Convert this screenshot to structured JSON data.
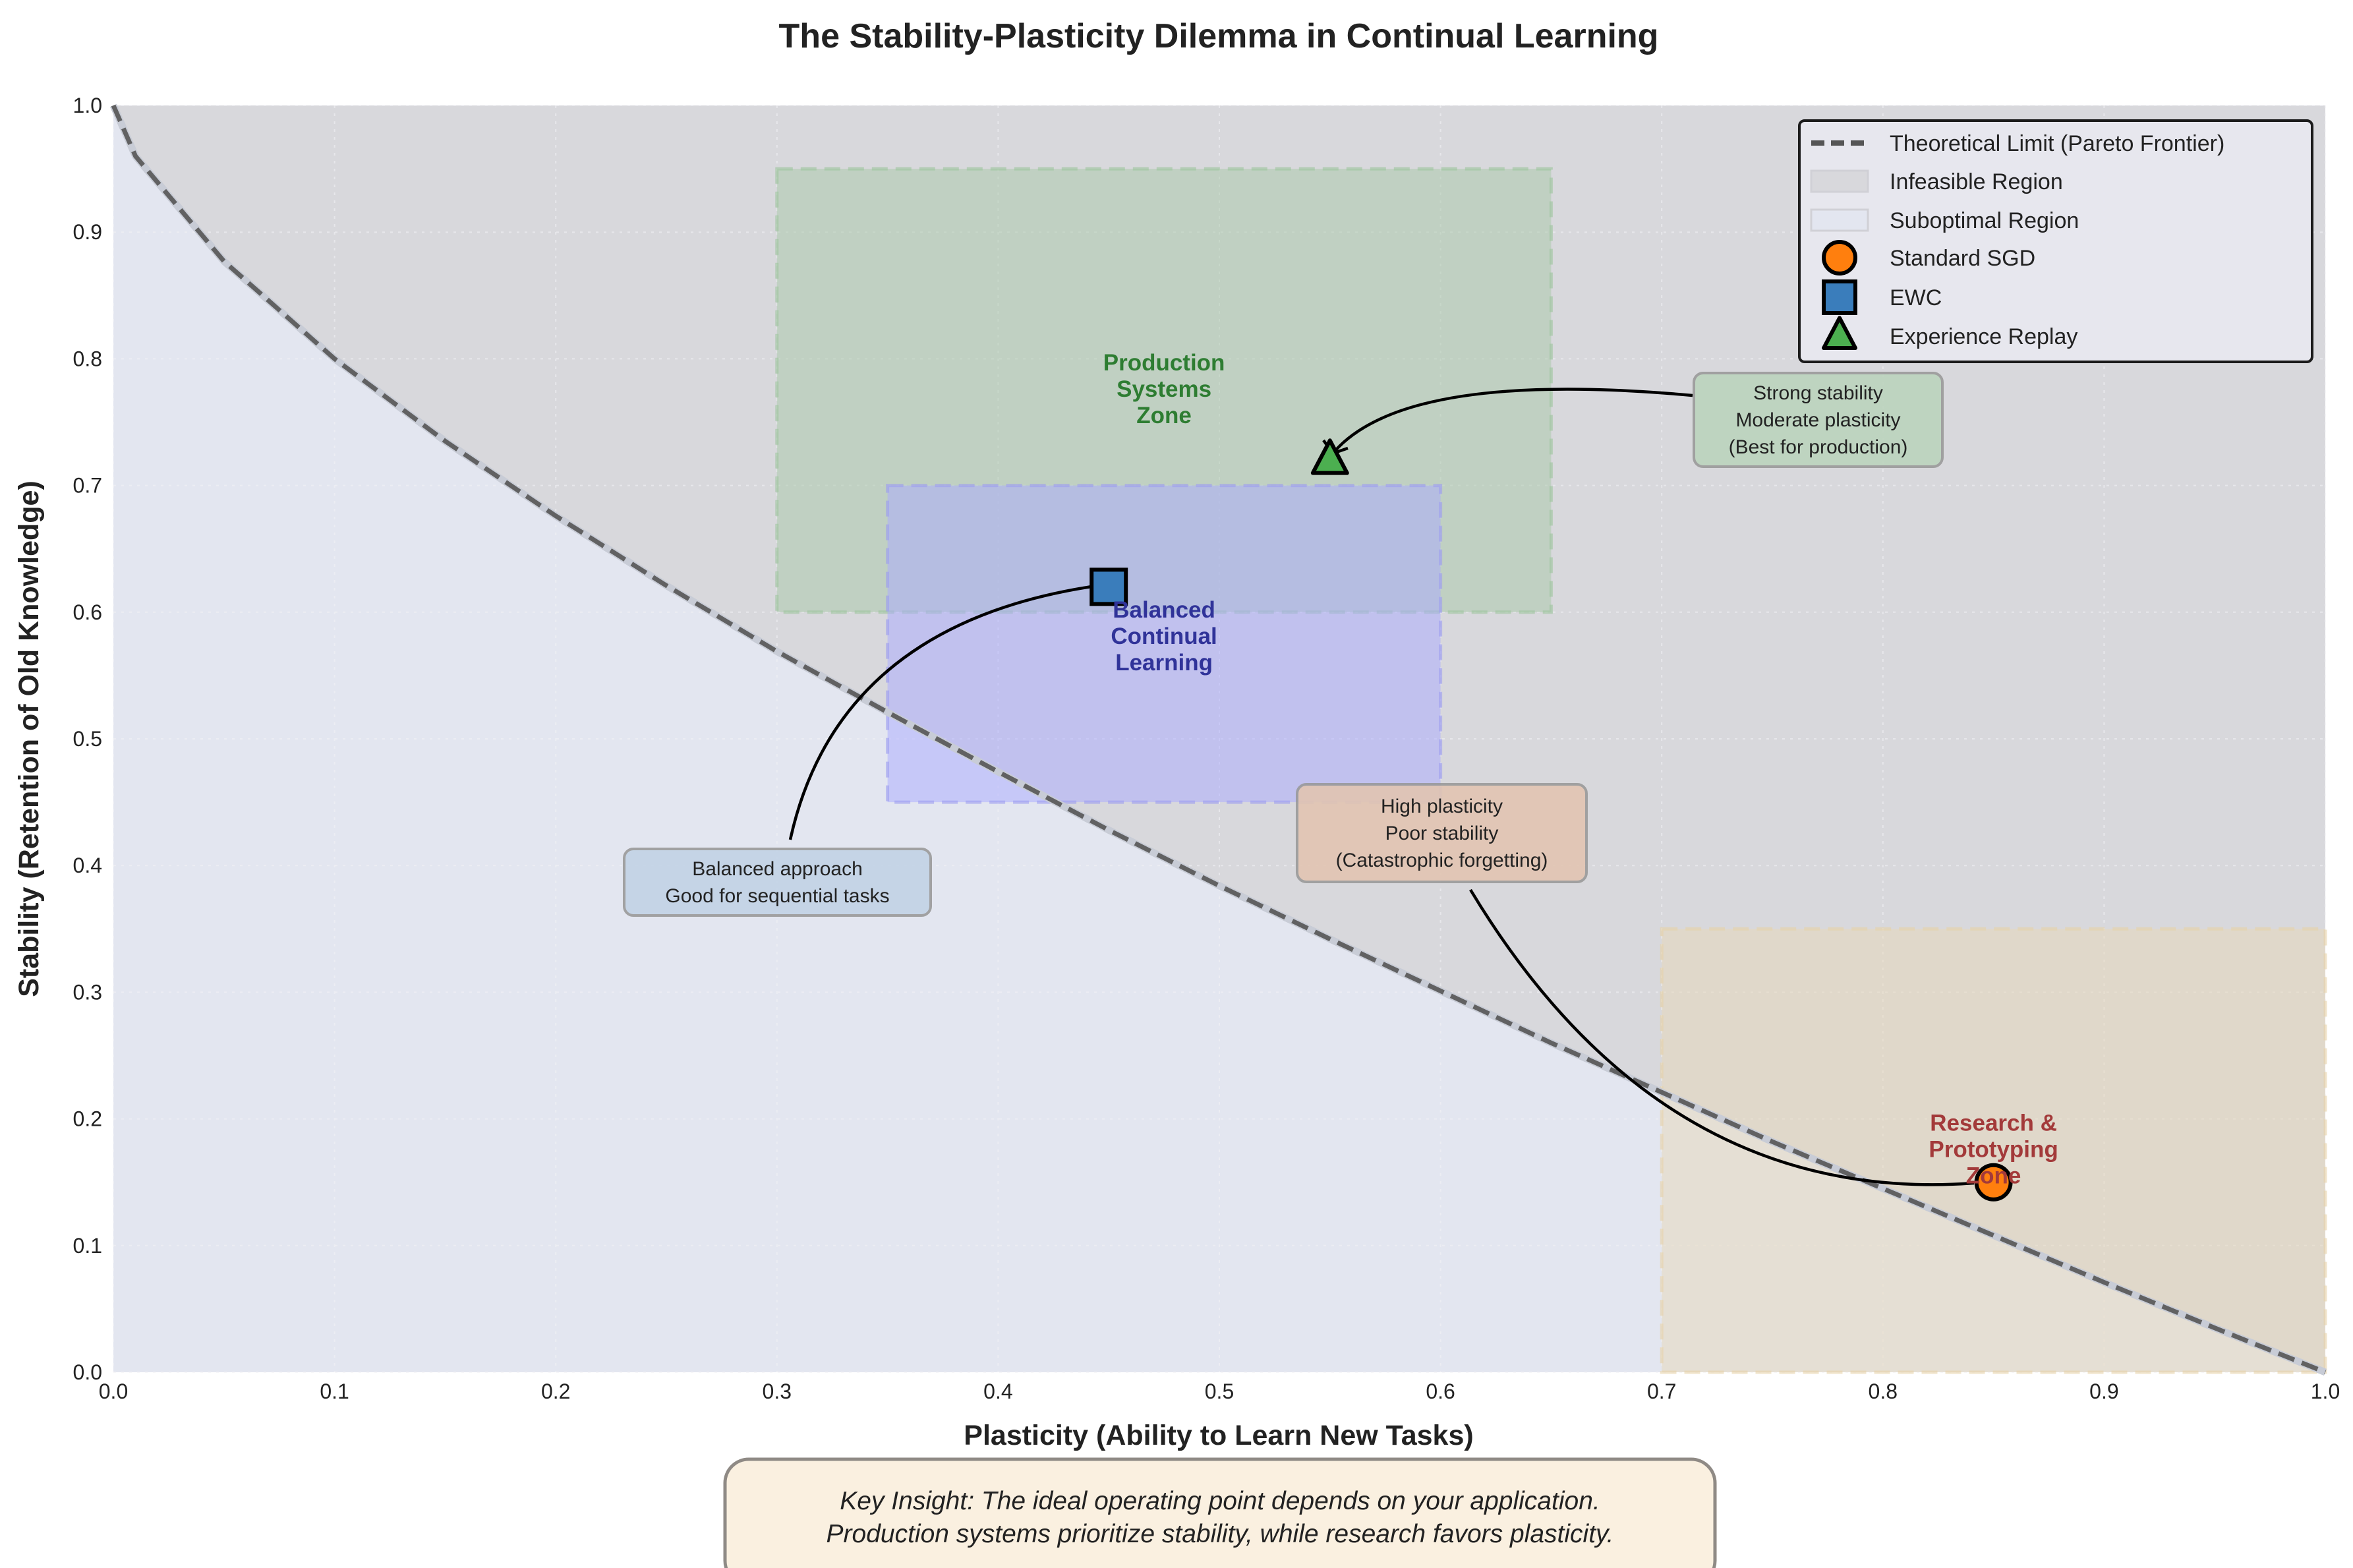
{
  "chart_data": {
    "type": "line",
    "title": "The Stability-Plasticity Dilemma in Continual Learning",
    "xlabel": "Plasticity (Ability to Learn New Tasks)",
    "ylabel": "Stability (Retention of Old Knowledge)",
    "xlim": [
      0,
      1
    ],
    "ylim": [
      0,
      1
    ],
    "xticks": [
      "0.0",
      "0.1",
      "0.2",
      "0.3",
      "0.4",
      "0.5",
      "0.6",
      "0.7",
      "0.8",
      "0.9",
      "1.0"
    ],
    "yticks": [
      "0.0",
      "0.1",
      "0.2",
      "0.3",
      "0.4",
      "0.5",
      "0.6",
      "0.7",
      "0.8",
      "0.9",
      "1.0"
    ],
    "grid": true,
    "legend_position": "top-right",
    "frontier": {
      "name": "Theoretical Limit (Pareto Frontier)",
      "color": "#555555",
      "x": [
        0,
        0.01,
        0.05,
        0.1,
        0.15,
        0.2,
        0.25,
        0.3,
        0.35,
        0.4,
        0.45,
        0.5,
        0.55,
        0.6,
        0.65,
        0.7,
        0.75,
        0.8,
        0.85,
        0.9,
        0.95,
        1.0
      ],
      "y": [
        1.0,
        0.96,
        0.877,
        0.8,
        0.735,
        0.676,
        0.621,
        0.569,
        0.521,
        0.474,
        0.428,
        0.384,
        0.342,
        0.301,
        0.26,
        0.221,
        0.182,
        0.145,
        0.108,
        0.071,
        0.035,
        0.0
      ]
    },
    "regions": [
      {
        "name": "Infeasible Region",
        "color": "#d8d8dc"
      },
      {
        "name": "Suboptimal Region",
        "color": "#e3e6f0"
      }
    ],
    "zones": [
      {
        "label": [
          "Production",
          "Systems",
          "Zone"
        ],
        "x": [
          0.3,
          0.65
        ],
        "y": [
          0.6,
          0.95
        ],
        "fill": "#a8c8a8",
        "edge": "#9cc49c",
        "text_color": "#2e7d32",
        "label_at": [
          0.475,
          0.77
        ]
      },
      {
        "label": [
          "Balanced",
          "Continual",
          "Learning"
        ],
        "x": [
          0.35,
          0.6
        ],
        "y": [
          0.45,
          0.7
        ],
        "fill": "#aaaaff",
        "edge": "#9c9cf0",
        "text_color": "#303399",
        "label_at": [
          0.475,
          0.575
        ]
      },
      {
        "label": [
          "Research &",
          "Prototyping",
          "Zone"
        ],
        "x": [
          0.7,
          1.0
        ],
        "y": [
          0.0,
          0.35
        ],
        "fill": "#e8d8b8",
        "edge": "#e6d2a8",
        "text_color": "#a33a3a",
        "label_at": [
          0.85,
          0.17
        ]
      }
    ],
    "points": [
      {
        "name": "Standard SGD",
        "x": 0.85,
        "y": 0.15,
        "marker": "circle",
        "color": "#ff7f0e"
      },
      {
        "name": "EWC",
        "x": 0.45,
        "y": 0.62,
        "marker": "square",
        "color": "#3a7dbb"
      },
      {
        "name": "Experience Replay",
        "x": 0.55,
        "y": 0.72,
        "marker": "triangle",
        "color": "#4caf50"
      }
    ],
    "annotations": [
      {
        "target": 2,
        "lines": [
          "Strong stability",
          "Moderate plasticity",
          "(Best for production)"
        ],
        "at": [
          0.77,
          0.8
        ],
        "box": "#bcd4be"
      },
      {
        "target": 1,
        "lines": [
          "Balanced approach",
          "Good for sequential tasks"
        ],
        "at": [
          0.3,
          0.387
        ],
        "box": "#c2d3e6"
      },
      {
        "target": 0,
        "lines": [
          "High plasticity",
          "Poor stability",
          "(Catastrophic forgetting)"
        ],
        "at": [
          0.6,
          0.425
        ],
        "box": "#e2c5b2"
      }
    ]
  },
  "insight": {
    "lines": [
      "Key Insight: The ideal operating point depends on your application.",
      "Production systems prioritize stability, while research favors plasticity."
    ]
  }
}
